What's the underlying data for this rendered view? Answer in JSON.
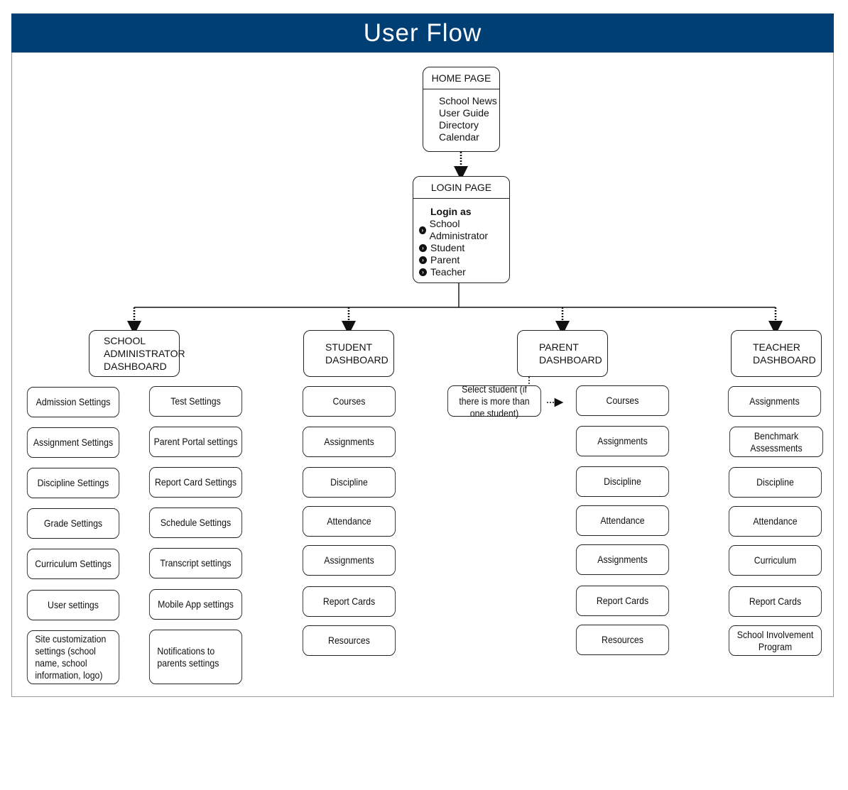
{
  "title": "User Flow",
  "home": {
    "heading": "HOME PAGE",
    "items": [
      "School News",
      "User Guide",
      "Directory",
      "Calendar"
    ]
  },
  "login": {
    "heading": "LOGIN PAGE",
    "prompt": "Login as",
    "options": [
      "School Administrator",
      "Student",
      "Parent",
      "Teacher"
    ]
  },
  "dashboards": {
    "admin": {
      "title_lines": [
        "SCHOOL",
        "ADMINISTRATOR",
        "DASHBOARD"
      ],
      "col1": [
        "Admission Settings",
        "Assignment Settings",
        "Discipline Settings",
        "Grade Settings",
        "Curriculum Settings",
        "User settings",
        "Site customization settings (school name, school information, logo)"
      ],
      "col2": [
        "Test Settings",
        "Parent Portal settings",
        "Report Card Settings",
        "Schedule Settings",
        "Transcript settings",
        "Mobile App settings",
        "Notifications to parents settings"
      ]
    },
    "student": {
      "title_lines": [
        "STUDENT",
        "DASHBOARD"
      ],
      "items": [
        "Courses",
        "Assignments",
        "Discipline",
        "Attendance",
        "Assignments",
        "Report Cards",
        "Resources"
      ]
    },
    "parent": {
      "title_lines": [
        "PARENT",
        "DASHBOARD"
      ],
      "select_note": "Select student (if there is more than one student)",
      "items": [
        "Courses",
        "Assignments",
        "Discipline",
        "Attendance",
        "Assignments",
        "Report Cards",
        "Resources"
      ]
    },
    "teacher": {
      "title_lines": [
        "TEACHER",
        "DASHBOARD"
      ],
      "items": [
        "Assignments",
        "Benchmark Assessments",
        "Discipline",
        "Attendance",
        "Curriculum",
        "Report Cards",
        "School Involvement Program"
      ]
    }
  },
  "colors": {
    "title_bar": "#003f74",
    "border": "#222222"
  }
}
